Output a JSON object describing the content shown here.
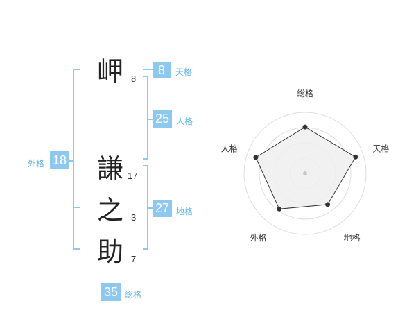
{
  "name": {
    "characters": [
      {
        "kanji": "岬",
        "strokes": "8"
      },
      {
        "kanji": "謙",
        "strokes": "17"
      },
      {
        "kanji": "之",
        "strokes": "3"
      },
      {
        "kanji": "助",
        "strokes": "7"
      }
    ]
  },
  "fortunes": {
    "ten": {
      "value": "8",
      "label": "天格"
    },
    "jin": {
      "value": "25",
      "label": "人格"
    },
    "chi": {
      "value": "27",
      "label": "地格"
    },
    "gai": {
      "value": "18",
      "label": "外格"
    },
    "sou": {
      "value": "35",
      "label": "総格"
    }
  },
  "colors": {
    "accent": "#8cc8f0",
    "accent_text": "#5fb3e6",
    "radar_fill": "#eeeeee",
    "radar_ring": "#dddddd"
  },
  "chart_data": {
    "type": "radar",
    "axes": [
      "総格",
      "天格",
      "地格",
      "外格",
      "人格"
    ],
    "values": [
      0.76,
      0.87,
      0.63,
      0.72,
      0.85
    ],
    "range": [
      0,
      1
    ],
    "rings": 4
  }
}
